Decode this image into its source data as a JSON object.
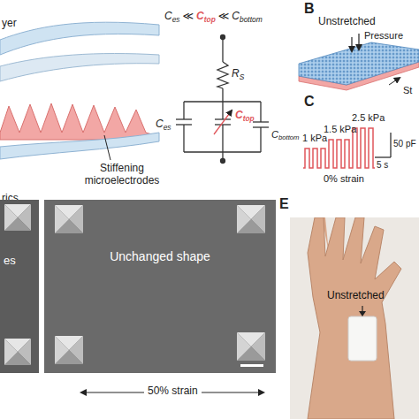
{
  "diagram": {
    "nodes": [
      {
        "text": [
          "es"
        ]
      },
      {
        "text": [
          "Unchanged shape"
        ]
      },
      {
        "text": [
          "Unstretched"
        ]
      }
    ],
    "labels": [
      "yer",
      "Stiffening microelectrodes",
      "rics",
      "C",
      "es",
      "≪",
      "C",
      "top",
      "≪",
      "C",
      "bottom",
      "R",
      "S",
      "C",
      "es",
      "C",
      "top",
      "C",
      "bottom",
      "B",
      "Unstretched",
      "Pressure",
      "St",
      "C",
      "1 kPa",
      "1.5 kPa",
      "2.5 kPa",
      "50 pF",
      "5 s",
      "0% strain",
      "50% strain",
      "E"
    ]
  }
}
